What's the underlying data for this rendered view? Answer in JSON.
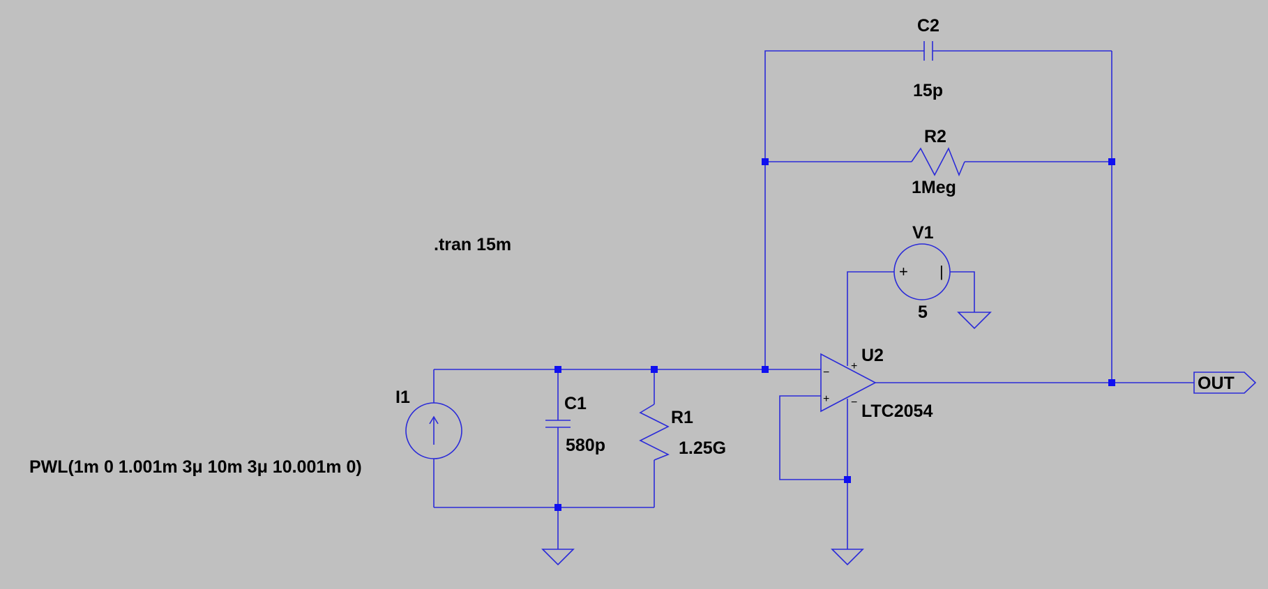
{
  "schematic": {
    "directive": ".tran 15m",
    "components": {
      "C2": {
        "ref": "C2",
        "value": "15p"
      },
      "R2": {
        "ref": "R2",
        "value": "1Meg"
      },
      "V1": {
        "ref": "V1",
        "value": "5"
      },
      "U2": {
        "ref": "U2",
        "value": "LTC2054"
      },
      "I1": {
        "ref": "I1",
        "value": "PWL(1m 0 1.001m 3μ 10m 3μ 10.001m 0)"
      },
      "C1": {
        "ref": "C1",
        "value": "580p"
      },
      "R1": {
        "ref": "R1",
        "value": "1.25G"
      }
    },
    "net_labels": {
      "out": "OUT"
    },
    "opamp_pins": {
      "minus": "−",
      "plus": "+"
    },
    "source_polarity": {
      "plus": "+",
      "minus": "|"
    }
  },
  "colors": {
    "background": "#c0c0c0",
    "wire": "#2a2ad8",
    "junction": "#1010f0",
    "text": "#000000"
  }
}
